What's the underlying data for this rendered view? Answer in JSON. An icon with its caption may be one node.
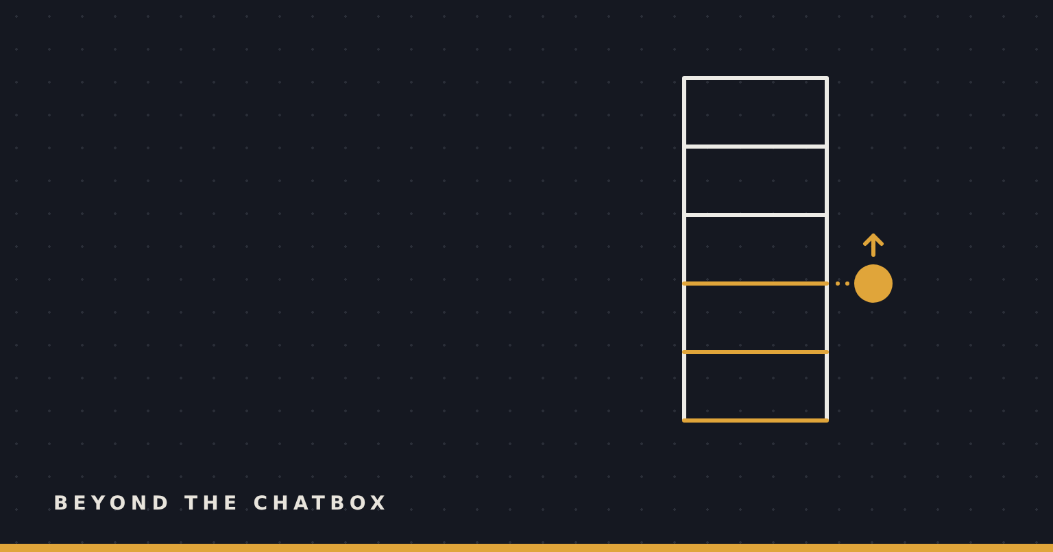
{
  "diagram": {
    "nodes": [
      {
        "text": [],
        "shape": "box"
      },
      {
        "text": [],
        "shape": "circle"
      }
    ],
    "edges": [
      {
        "from": 1,
        "to": 0,
        "arrow": "none",
        "style": "dashed"
      }
    ],
    "labels": [
      "BEYOND THE CHATBOX"
    ]
  }
}
